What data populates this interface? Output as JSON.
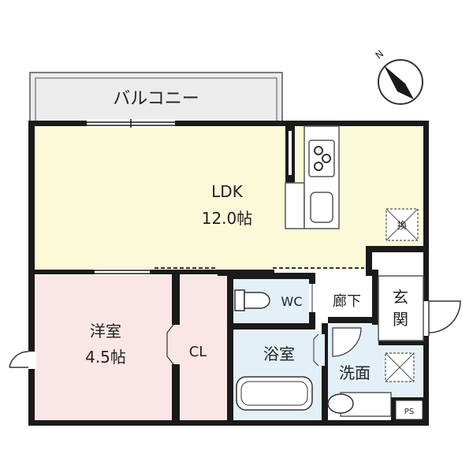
{
  "colors": {
    "wall": "#1a1a1a",
    "ldk": "#fcf9d8",
    "western": "#fbe6e6",
    "closet": "#fbe6e6",
    "wet": "#e4f0f8",
    "balcony": "#ececec",
    "hall": "#ffffff"
  },
  "compass": {
    "label": "N"
  },
  "rooms": {
    "balcony": {
      "name": "バルコニー"
    },
    "ldk": {
      "name": "LDK",
      "size": "12.0帖"
    },
    "western": {
      "name": "洋室",
      "size": "4.5帖"
    },
    "closet": {
      "name": "CL"
    },
    "wc": {
      "name": "WC"
    },
    "corridor": {
      "name": "廊下"
    },
    "entrance": {
      "name_line1": "玄",
      "name_line2": "関"
    },
    "bath": {
      "name": "浴室"
    },
    "washroom": {
      "name": "洗面"
    },
    "ps": {
      "name": "PS"
    }
  },
  "symbols": {
    "vent_ldk": "換",
    "vent_wash": ""
  }
}
